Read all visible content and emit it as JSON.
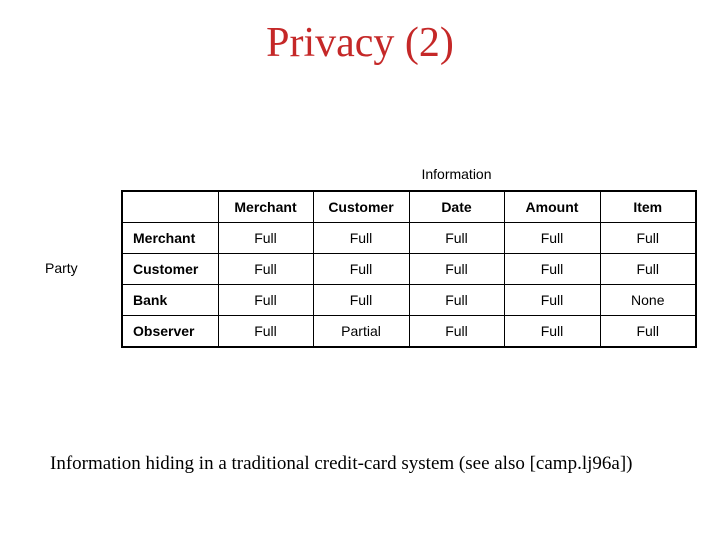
{
  "slide": {
    "title": "Privacy (2)",
    "caption": "Information hiding in a traditional credit-card system (see also [camp.lj96a])"
  },
  "matrix": {
    "column_axis_label": "Information",
    "row_axis_label": "Party",
    "column_headers": [
      "Merchant",
      "Customer",
      "Date",
      "Amount",
      "Item"
    ],
    "rows": [
      {
        "label": "Merchant",
        "values": [
          "Full",
          "Full",
          "Full",
          "Full",
          "Full"
        ]
      },
      {
        "label": "Customer",
        "values": [
          "Full",
          "Full",
          "Full",
          "Full",
          "Full"
        ]
      },
      {
        "label": "Bank",
        "values": [
          "Full",
          "Full",
          "Full",
          "Full",
          "None"
        ]
      },
      {
        "label": "Observer",
        "values": [
          "Full",
          "Partial",
          "Full",
          "Full",
          "Full"
        ]
      }
    ]
  },
  "colors": {
    "title_red": "#c52828",
    "text": "#000000",
    "table_border": "#000000",
    "background": "#ffffff"
  }
}
